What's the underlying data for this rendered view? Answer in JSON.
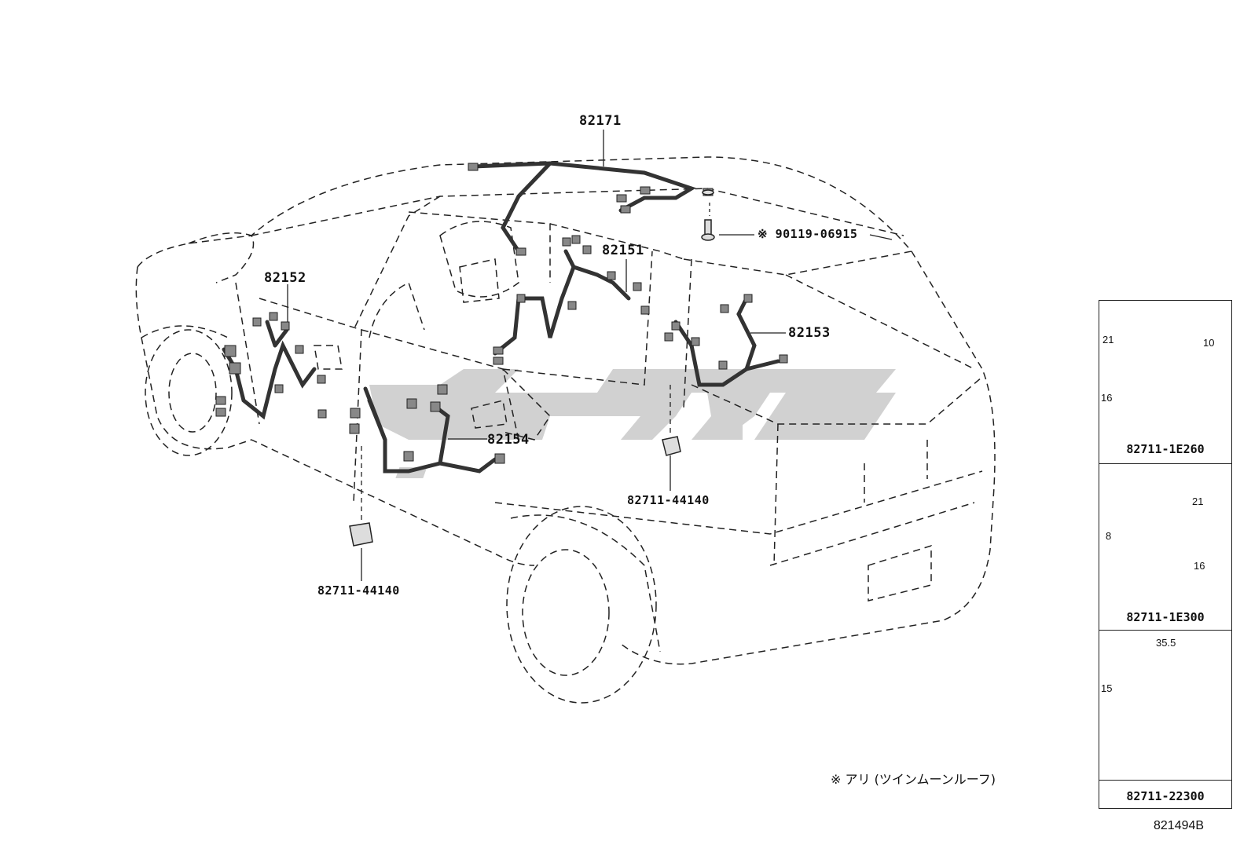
{
  "callouts": {
    "roof_harness": "82171",
    "screw_note": "※ 90119-06915",
    "front_left_harness": "82152",
    "center_harness": "82151",
    "rear_right_harness": "82153",
    "rear_left_harness": "82154",
    "clip_right": "82711-44140",
    "clip_left": "82711-44140"
  },
  "clips": [
    {
      "part": "82711-1E260",
      "dims": [
        "21",
        "10",
        "16"
      ]
    },
    {
      "part": "82711-1E300",
      "dims": [
        "21",
        "8",
        "16"
      ]
    },
    {
      "part": "82711-22300",
      "dims": [
        "35.5",
        "15"
      ]
    }
  ],
  "footnote": "※ アリ (ツインムーンルーフ)",
  "figure_id": "821494B",
  "colors": {
    "line": "#222222",
    "harness": "#333333",
    "watermark": "#c8c8c8"
  }
}
